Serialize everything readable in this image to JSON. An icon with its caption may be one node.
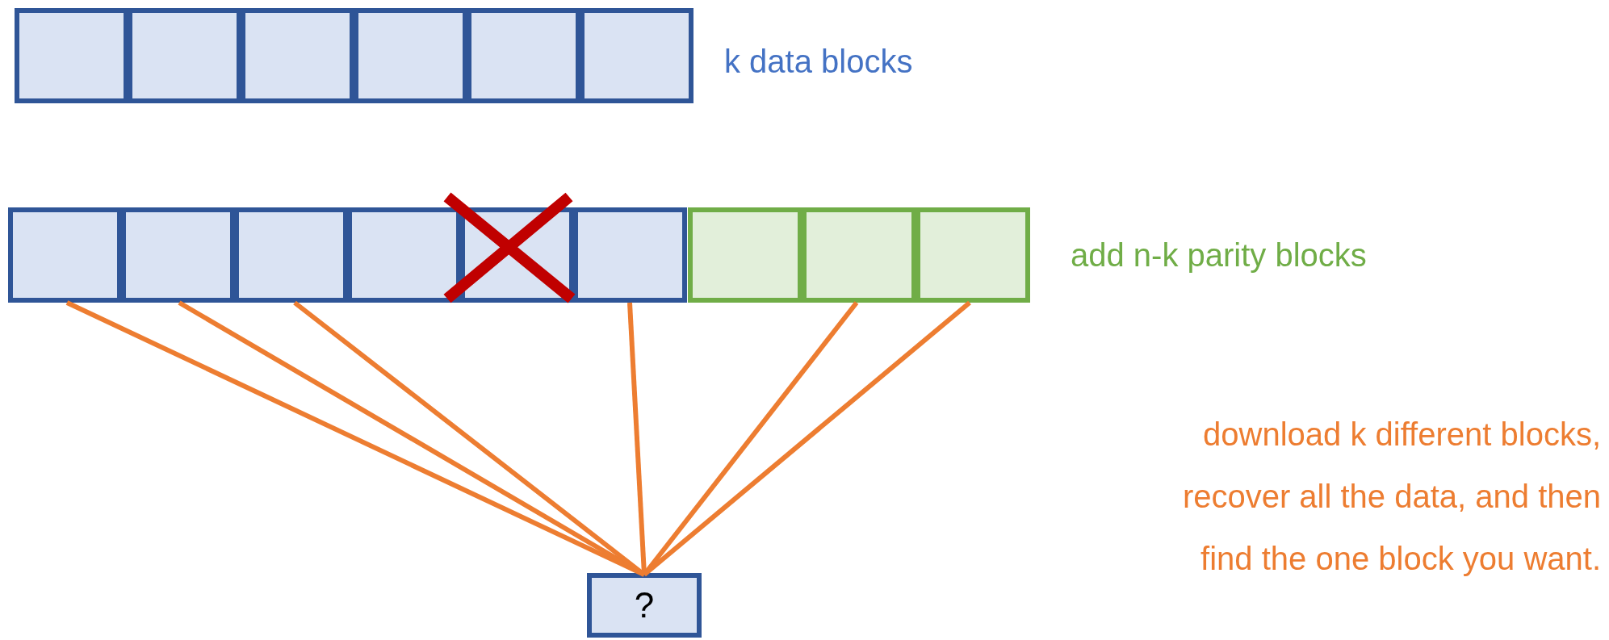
{
  "diagram": {
    "nodes": [
      {
        "text": [],
        "shape": "box"
      },
      {
        "text": [],
        "shape": "box"
      },
      {
        "text": [],
        "shape": "box"
      },
      {
        "text": [],
        "shape": "box"
      },
      {
        "text": [],
        "shape": "box"
      },
      {
        "text": [],
        "shape": "box"
      },
      {
        "text": [],
        "shape": "box"
      },
      {
        "text": [],
        "shape": "box"
      },
      {
        "text": [],
        "shape": "box"
      },
      {
        "text": [],
        "shape": "box"
      },
      {
        "text": [],
        "shape": "box"
      },
      {
        "text": [],
        "shape": "box"
      },
      {
        "text": [],
        "shape": "box"
      },
      {
        "text": [],
        "shape": "box"
      },
      {
        "text": [],
        "shape": "box"
      },
      {
        "text": [
          "?"
        ]
      }
    ],
    "edges": [
      {
        "from": 6,
        "to": 15,
        "arrow": "none"
      },
      {
        "from": 7,
        "to": 15,
        "arrow": "none"
      },
      {
        "from": 8,
        "to": 15,
        "arrow": "none"
      },
      {
        "from": 11,
        "to": 15,
        "arrow": "none"
      },
      {
        "from": 13,
        "to": 15,
        "arrow": "none"
      },
      {
        "from": 14,
        "to": 15,
        "arrow": "none"
      }
    ],
    "labels": [
      "k data blocks",
      "add n-k parity blocks",
      "download k different blocks, recover all the data, and then find the one block you want."
    ]
  }
}
